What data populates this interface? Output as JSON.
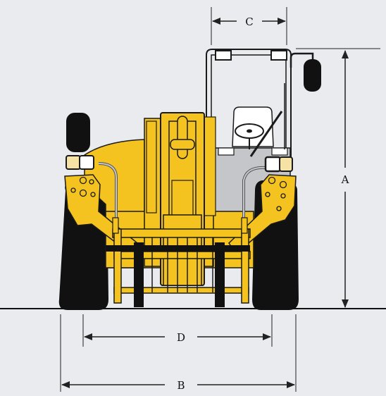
{
  "diagram": {
    "dimensions": {
      "a": "A",
      "b": "B",
      "c": "C",
      "d": "D"
    },
    "colors": {
      "background": "#e9ebee",
      "body_yellow": "#f4c31f",
      "tire_black": "#111111",
      "cab_gray": "#c4c6c9",
      "outline": "#1a1a1a",
      "dimension_line": "#222222"
    }
  }
}
